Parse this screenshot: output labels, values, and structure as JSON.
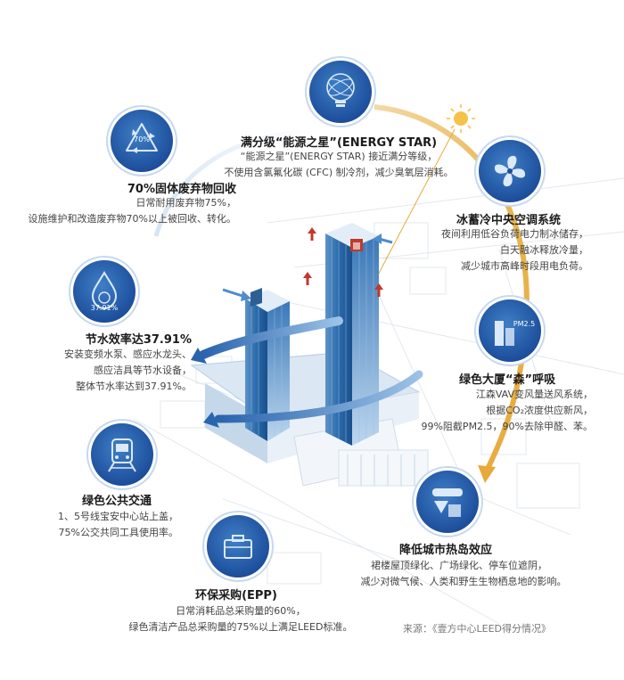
{
  "energy_star": {
    "title": "满分级“能源之星”(ENERGY STAR)",
    "lines": [
      "“能源之星”(ENERGY STAR) 接近满分等级，",
      "不使用含氯氟化碳 (CFC) 制冷剂，减少臭氧层消耗。"
    ],
    "icon": "lightbulb-icon"
  },
  "waste": {
    "title": "70%固体废弃物回收",
    "lines": [
      "日常耐用废弃物75%，",
      "设施维护和改造废弃物70%以上被回收、转化。"
    ],
    "icon_label": "70%",
    "icon": "recycle-icon"
  },
  "ice_storage": {
    "title": "冰蓄冷中央空调系统",
    "lines": [
      "夜间利用低谷负荷电力制冰储存，",
      "白天融冰释放冷量，",
      "减少城市高峰时段用电负荷。"
    ],
    "icon": "fan-icon"
  },
  "water": {
    "title": "节水效率达37.91%",
    "lines": [
      "安装变频水泵、感应水龙头、",
      "感应洁具等节水设备，",
      "整体节水率达到37.91%。"
    ],
    "icon_label": "37.91%",
    "icon": "water-drop-icon"
  },
  "breathing": {
    "title": "绿色大厦“森”呼吸",
    "lines": [
      "江森VAV变风量送风系统，",
      "根据CO₂浓度供应新风，",
      "99%阻截PM2.5，90%去除甲醛、苯。"
    ],
    "icon_label": "PM2.5",
    "icon": "pm25-icon"
  },
  "transit": {
    "title": "绿色公共交通",
    "lines": [
      "1、5号线宝安中心站上盖，",
      "75%公交共同工具使用率。"
    ],
    "icon": "train-icon"
  },
  "heat_island": {
    "title": "降低城市热岛效应",
    "lines": [
      "裙楼屋顶绿化、广场绿化、停车位遮阴，",
      "减少对微气候、人类和野生生物栖息地的影响。"
    ],
    "icon": "shapes-icon"
  },
  "procurement": {
    "title": "环保采购(EPP)",
    "lines": [
      "日常消耗品总采购量的60%，",
      "绿色清洁产品总采购量的75%以上满足LEED标准。"
    ],
    "icon": "briefcase-icon"
  },
  "source": "来源：《壹方中心LEED得分情况》",
  "colors": {
    "icon_blue": "#1d4f9c",
    "arc_gold": "#e8b95a",
    "building_blue": "#2d6fb0"
  }
}
